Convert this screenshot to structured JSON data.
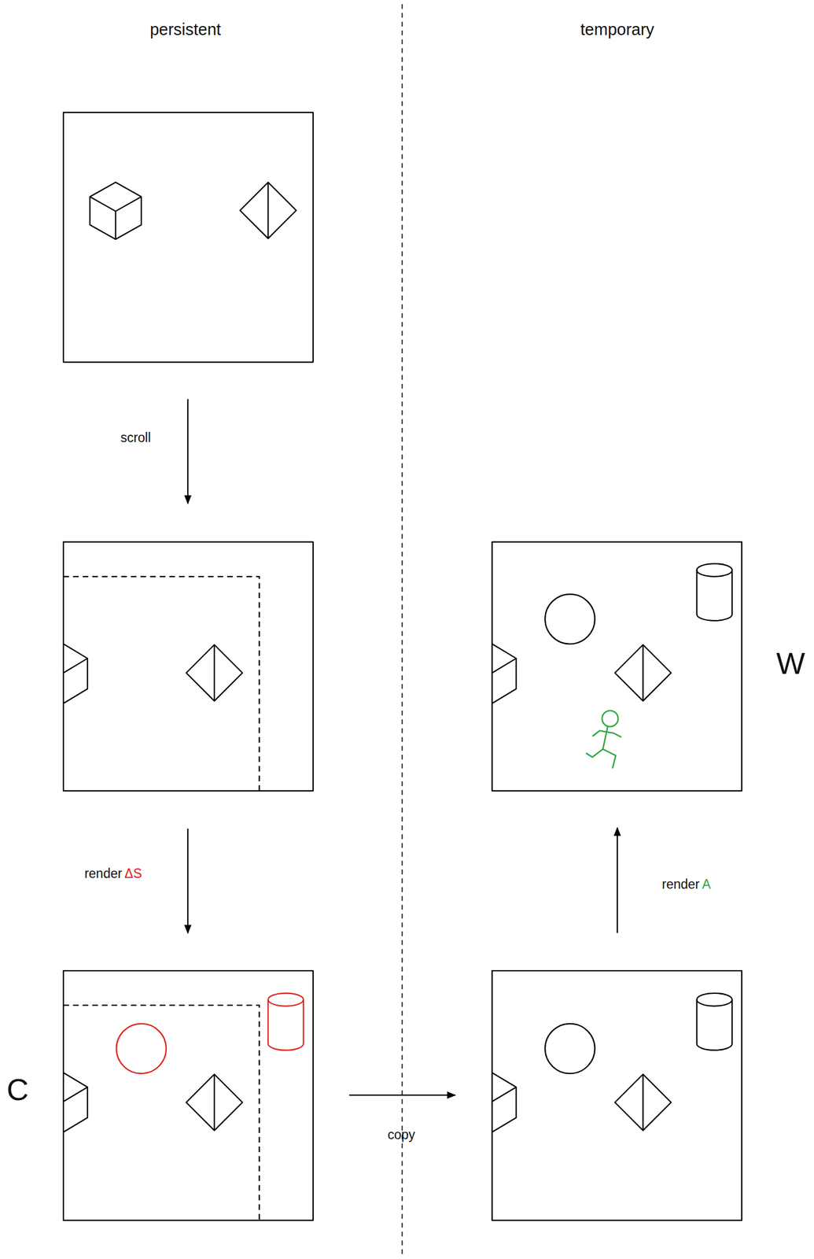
{
  "diagram": {
    "labels": [
      "persistent",
      "temporary",
      "scroll",
      "render",
      "ΔS",
      "render",
      "A",
      "copy",
      "C",
      "W"
    ]
  }
}
